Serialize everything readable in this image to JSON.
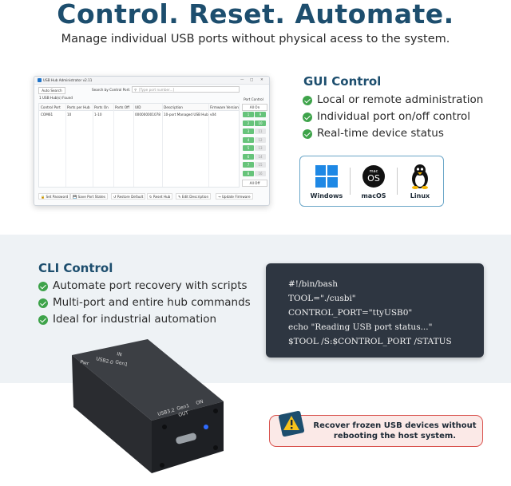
{
  "hero": {
    "title": "Control. Reset. Automate.",
    "subtitle": "Manage individual USB ports without physical acess to the system."
  },
  "app_window": {
    "title": "USB Hub Administrator v2.11",
    "auto_search": "Auto Search",
    "search_label": "Search by Control Port:",
    "search_placeholder": "[Type port number...]",
    "found": "1 USB Hub(s) Found",
    "columns": [
      "Control Port",
      "Ports per Hub",
      "Ports On",
      "Ports Off",
      "UID",
      "Description",
      "Firmware Version"
    ],
    "row": [
      "COM61",
      "10",
      "1-10",
      "",
      "000000001078",
      "10-port Managed USB Hub",
      "v04"
    ],
    "port_control_label": "Port Control",
    "all_on": "All On",
    "all_off": "All Off",
    "ports": [
      {
        "num": "1",
        "state": "on"
      },
      {
        "num": "9",
        "state": "on"
      },
      {
        "num": "2",
        "state": "on"
      },
      {
        "num": "10",
        "state": "on"
      },
      {
        "num": "3",
        "state": "on"
      },
      {
        "num": "11",
        "state": "off"
      },
      {
        "num": "4",
        "state": "on"
      },
      {
        "num": "12",
        "state": "off"
      },
      {
        "num": "5",
        "state": "on"
      },
      {
        "num": "13",
        "state": "off"
      },
      {
        "num": "6",
        "state": "on"
      },
      {
        "num": "14",
        "state": "off"
      },
      {
        "num": "7",
        "state": "on"
      },
      {
        "num": "15",
        "state": "off"
      },
      {
        "num": "8",
        "state": "on"
      },
      {
        "num": "16",
        "state": "off"
      }
    ],
    "toolbar": [
      "Set Password",
      "Save Port States",
      "Restore Default",
      "Reset Hub",
      "Edit Description",
      "Update Firmware"
    ]
  },
  "gui": {
    "heading": "GUI Control",
    "features": [
      "Local or remote administration",
      "Individual port on/off control",
      "Real-time device status"
    ],
    "os": [
      {
        "name": "Windows",
        "icon": "windows-logo-icon"
      },
      {
        "name": "macOS",
        "icon": "macos-logo-icon",
        "badge_small": "mac",
        "badge_big": "OS"
      },
      {
        "name": "Linux",
        "icon": "linux-tux-icon"
      }
    ]
  },
  "cli": {
    "heading": "CLI Control",
    "features": [
      "Automate port recovery with scripts",
      "Multi-port and entire hub commands",
      "Ideal for industrial automation"
    ],
    "script": [
      "#!/bin/bash",
      "TOOL=\"./cusbi\"",
      "CONTROL_PORT=\"ttyUSB0\"",
      "echo \"Reading USB port status...\"",
      "$TOOL /S:$CONTROL_PORT /STATUS"
    ]
  },
  "device": {
    "top_labels": [
      "Pwr",
      "USB2.0",
      "IN",
      "Gen1"
    ],
    "front_labels": [
      "USB3.2",
      "Gen1",
      "OUT",
      "ON"
    ]
  },
  "callout": {
    "text": "Recover frozen USB devices without rebooting the host system.",
    "icon": "warning-icon"
  },
  "colors": {
    "heading": "#1d4e6e",
    "check": "#3ea34a",
    "port_on": "#66c37a",
    "alert": "#d9534f"
  }
}
